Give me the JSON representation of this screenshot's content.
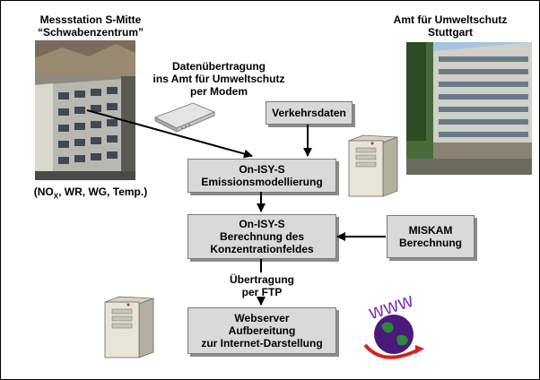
{
  "station": {
    "title_line1": "Messstation S-Mitte",
    "title_line2": "“Schwabenzentrum”",
    "params_pre": "(NO",
    "params_sub": "X",
    "params_post": ", WR, WG, Temp.)"
  },
  "agency": {
    "line1": "Amt für Umweltschutz",
    "line2": "Stuttgart"
  },
  "transfer": {
    "line1": "Datenübertragung",
    "line2": "ins Amt für Umweltschutz",
    "line3": "per Modem"
  },
  "traffic_box": "Verkehrsdaten",
  "emission_box": {
    "line1": "On-ISY-S",
    "line2": "Emissionsmodellierung"
  },
  "concentration_box": {
    "line1": "On-ISY-S",
    "line2": "Berechnung des",
    "line3": "Konzentrationfeldes"
  },
  "miskam_box": {
    "line1": "MISKAM",
    "line2": "Berechnung"
  },
  "ftp_label": {
    "line1": "Übertragung",
    "line2": "per FTP"
  },
  "webserver_box": {
    "line1": "Webserver",
    "line2": "Aufbereitung",
    "line3": "zur Internet-Darstellung"
  },
  "www_logo_text": "WWW"
}
